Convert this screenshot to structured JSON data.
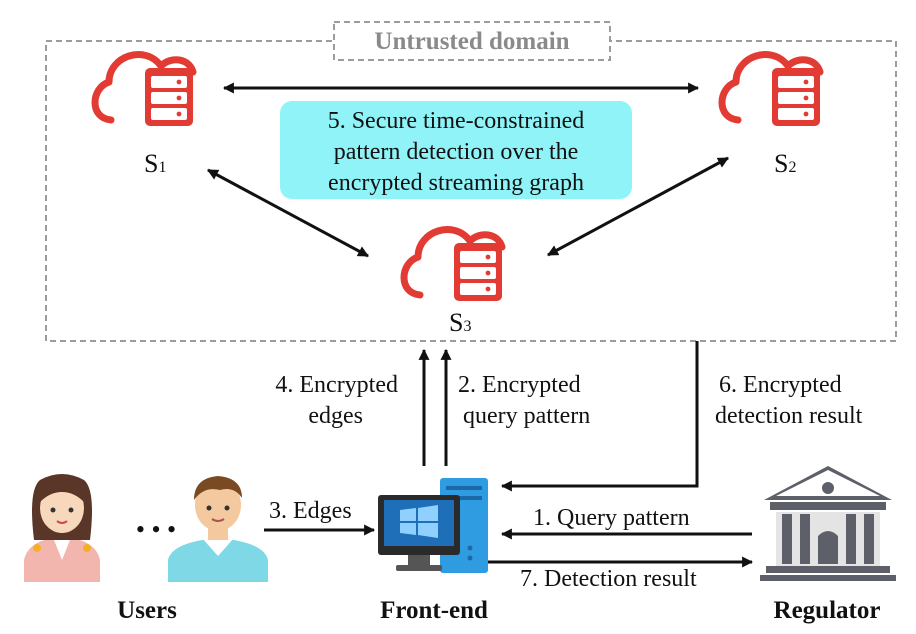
{
  "domain": {
    "title": "Untrusted domain"
  },
  "servers": [
    {
      "main": "S",
      "sub": "1"
    },
    {
      "main": "S",
      "sub": "2"
    },
    {
      "main": "S",
      "sub": "3"
    }
  ],
  "highlight": {
    "lines": [
      "5. Secure time-constrained",
      "pattern detection over the",
      "encrypted streaming graph"
    ],
    "color": "#8ff3f7"
  },
  "labels": {
    "encrypted_edges": [
      "4. Encrypted",
      "edges"
    ],
    "encrypted_query": [
      "2. Encrypted",
      "query pattern"
    ],
    "encrypted_result": [
      "6. Encrypted",
      "detection result"
    ],
    "edges": "3. Edges",
    "query_pattern": "1. Query pattern",
    "detection_result": "7. Detection result"
  },
  "actors": {
    "users": "Users",
    "frontend": "Front-end",
    "regulator": "Regulator"
  },
  "ellipsis": "• • •",
  "colors": {
    "cloud": "#e23b33",
    "frontend_screen": "#1e6fb8",
    "frontend_tower": "#2f9be0",
    "regulator": "#5d6068"
  },
  "icons": [
    "cloud-server-icon",
    "user-girl-icon",
    "user-boy-icon",
    "computer-icon",
    "courthouse-icon"
  ]
}
